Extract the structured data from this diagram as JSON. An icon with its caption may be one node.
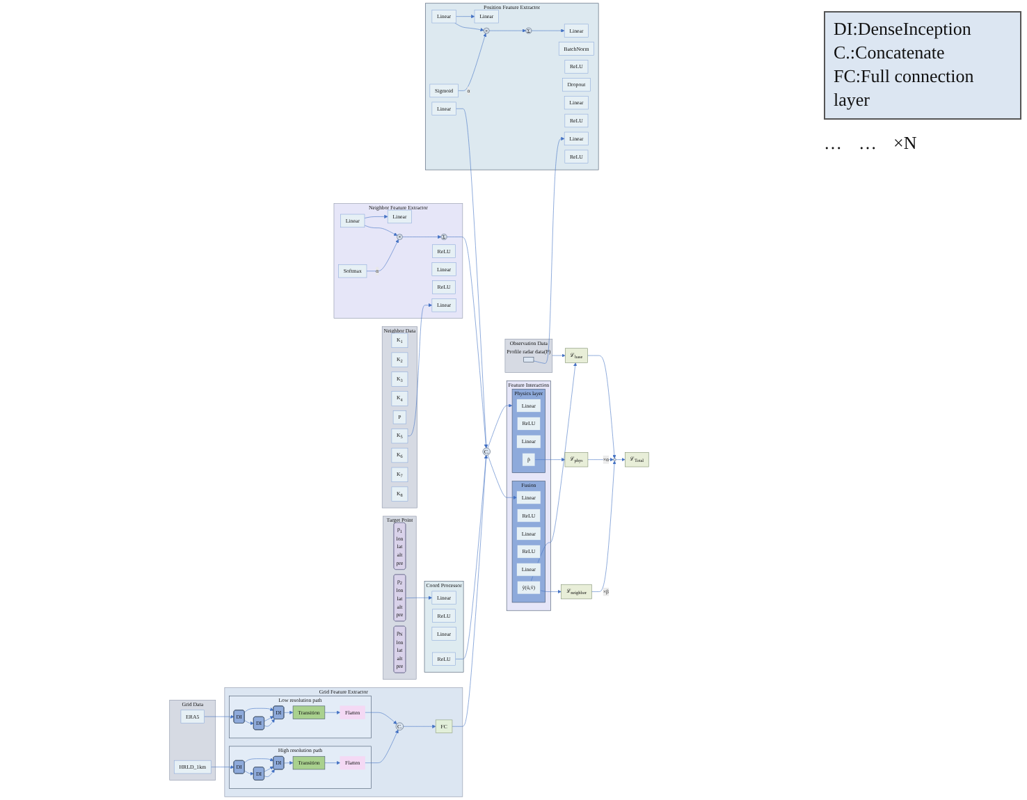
{
  "diagram": {
    "nodes": [
      {
        "text": [
          "Grid Data"
        ]
      },
      {
        "text": [
          "ERA5"
        ],
        "in": 0
      },
      {
        "text": [
          "HRLD_1km"
        ],
        "in": 0
      },
      {
        "text": [
          "Grid Feature Extractor"
        ]
      },
      {
        "text": [
          "Low resolution path"
        ],
        "in": 3
      },
      {
        "text": [
          "DI"
        ],
        "in": 4
      },
      {
        "text": [
          "DI"
        ],
        "in": 4
      },
      {
        "text": [
          "DI"
        ],
        "in": 4
      },
      {
        "text": [
          "Transition"
        ],
        "in": 4
      },
      {
        "text": [
          "Flatten"
        ],
        "in": 4
      },
      {
        "text": [
          "High resolution path"
        ],
        "in": 3
      },
      {
        "text": [
          "DI"
        ],
        "in": 10
      },
      {
        "text": [
          "DI"
        ],
        "in": 10
      },
      {
        "text": [
          "DI"
        ],
        "in": 10
      },
      {
        "text": [
          "Transition"
        ],
        "in": 10
      },
      {
        "text": [
          "Flatten"
        ],
        "in": 10
      },
      {
        "text": [
          "C."
        ],
        "in": 3
      },
      {
        "text": [
          "FC"
        ],
        "in": 3
      },
      {
        "text": [
          "Target Point"
        ]
      },
      {
        "text": [
          "p$_{1}$",
          "lon",
          "lat",
          "alt",
          "pre"
        ],
        "in": 18
      },
      {
        "text": [
          "p$_{2}$",
          "lon",
          "lat",
          "alt",
          "pre"
        ],
        "in": 18
      },
      {
        "text": [
          "p$_{N}$",
          "lon",
          "lat",
          "alt",
          "pre"
        ],
        "in": 18
      },
      {
        "text": [
          "Coord Processor"
        ]
      },
      {
        "text": [
          "Linear"
        ],
        "in": 22
      },
      {
        "text": [
          "ReLU"
        ],
        "in": 22
      },
      {
        "text": [
          "Linear"
        ],
        "in": 22
      },
      {
        "text": [
          "ReLU"
        ],
        "in": 22
      },
      {
        "text": [
          "C."
        ]
      },
      {
        "text": [
          "Neighbor Data"
        ]
      },
      {
        "text": [
          "K$_{1}$"
        ],
        "in": 28
      },
      {
        "text": [
          "K$_{2}$"
        ],
        "in": 28
      },
      {
        "text": [
          "K$_{3}$"
        ],
        "in": 28
      },
      {
        "text": [
          "K$_{4}$"
        ],
        "in": 28
      },
      {
        "text": [
          "P"
        ],
        "in": 28
      },
      {
        "text": [
          "K$_{5}$"
        ],
        "in": 28
      },
      {
        "text": [
          "K$_{6}$"
        ],
        "in": 28
      },
      {
        "text": [
          "K$_{7}$"
        ],
        "in": 28
      },
      {
        "text": [
          "K$_{8}$"
        ],
        "in": 28
      },
      {
        "text": [
          "Neighbor Feature Extractor"
        ]
      },
      {
        "text": [
          "Linear"
        ],
        "in": 38
      },
      {
        "text": [
          "ReLU"
        ],
        "in": 38
      },
      {
        "text": [
          "Linear"
        ],
        "in": 38
      },
      {
        "text": [
          "Softmax"
        ],
        "in": 38
      },
      {
        "text": [
          "Linear"
        ],
        "in": 38
      },
      {
        "text": [
          "ReLU"
        ],
        "in": 38
      },
      {
        "text": [
          "Linear"
        ],
        "in": 38
      },
      {
        "text": [
          "×"
        ],
        "in": 38
      },
      {
        "text": [
          "Σ"
        ],
        "in": 38
      },
      {
        "text": [
          "Observation Data",
          "Profile radar data(P)"
        ]
      },
      {
        "text": [],
        "shape": "box",
        "in": 48
      },
      {
        "text": [
          "Position Feature Extractor"
        ]
      },
      {
        "text": [
          "Linear"
        ],
        "in": 50
      },
      {
        "text": [
          "BatchNorm"
        ],
        "in": 50
      },
      {
        "text": [
          "ReLU"
        ],
        "in": 50
      },
      {
        "text": [
          "Dropout"
        ],
        "in": 50
      },
      {
        "text": [
          "Linear"
        ],
        "in": 50
      },
      {
        "text": [
          "Sigmoid"
        ],
        "in": 50
      },
      {
        "text": [
          "Linear"
        ],
        "in": 50
      },
      {
        "text": [
          "ReLU"
        ],
        "in": 50
      },
      {
        "text": [
          "Linear"
        ],
        "in": 50
      },
      {
        "text": [
          "×"
        ],
        "in": 50
      },
      {
        "text": [
          "Σ"
        ],
        "in": 50
      },
      {
        "text": [
          "Linear"
        ],
        "in": 50
      },
      {
        "text": [
          "ReLU"
        ],
        "in": 50
      },
      {
        "text": [
          "Linear"
        ],
        "in": 50
      },
      {
        "text": [
          "Feature Interaction"
        ]
      },
      {
        "text": [
          "Physics layer"
        ],
        "in": 65
      },
      {
        "text": [
          "Linear"
        ],
        "in": 66
      },
      {
        "text": [
          "ReLU"
        ],
        "in": 66
      },
      {
        "text": [
          "Linear"
        ],
        "in": 66
      },
      {
        "text": [
          "p̂"
        ],
        "in": 66
      },
      {
        "text": [
          "Fusion"
        ],
        "in": 65
      },
      {
        "text": [
          "Linear"
        ],
        "in": 71
      },
      {
        "text": [
          "ReLU"
        ],
        "in": 71
      },
      {
        "text": [
          "Linear"
        ],
        "in": 71
      },
      {
        "text": [
          "ReLU"
        ],
        "in": 71
      },
      {
        "text": [
          "Linear"
        ],
        "in": 71
      },
      {
        "text": [
          "ŷ(û,v̂)"
        ],
        "in": 71
      },
      {
        "text": [
          "ℒ$_{phys}$"
        ]
      },
      {
        "text": [
          "ℒ$_{neighbor}$"
        ]
      },
      {
        "text": [
          "ℒ$_{base}$"
        ]
      },
      {
        "text": [],
        "shape": "circle"
      },
      {
        "text": [
          "ℒ$_{Total}$"
        ]
      }
    ],
    "edges": [
      {
        "from": 1,
        "to": 5,
        "arrow": "to"
      },
      {
        "from": 5,
        "to": 6,
        "arrow": "to"
      },
      {
        "from": 6,
        "to": 7,
        "arrow": "to"
      },
      {
        "from": 7,
        "to": 8,
        "arrow": "to"
      },
      {
        "from": 8,
        "to": 9,
        "arrow": "to"
      },
      {
        "from": 5,
        "to": 7,
        "arrow": "to"
      },
      {
        "from": 6,
        "to": 7,
        "arrow": "to"
      },
      {
        "from": 2,
        "to": 11,
        "arrow": "to"
      },
      {
        "from": 11,
        "to": 12,
        "arrow": "to"
      },
      {
        "from": 12,
        "to": 13,
        "arrow": "to"
      },
      {
        "from": 13,
        "to": 14,
        "arrow": "to"
      },
      {
        "from": 14,
        "to": 15,
        "arrow": "to"
      },
      {
        "from": 11,
        "to": 13,
        "arrow": "to"
      },
      {
        "from": 12,
        "to": 13,
        "arrow": "to"
      },
      {
        "from": 9,
        "to": 16,
        "arrow": "to"
      },
      {
        "from": 15,
        "to": 16,
        "arrow": "to"
      },
      {
        "from": 16,
        "to": 17,
        "arrow": "to"
      },
      {
        "from": 17,
        "to": 27,
        "arrow": "to"
      },
      {
        "from": 20,
        "to": 23,
        "arrow": "to"
      },
      {
        "from": 26,
        "to": 27,
        "arrow": "to"
      },
      {
        "from": 34,
        "to": 39,
        "arrow": "to"
      },
      {
        "from": 41,
        "to": 46,
        "arrow": "to"
      },
      {
        "from": 41,
        "to": 45,
        "arrow": "to"
      },
      {
        "from": 42,
        "to": 46,
        "arrow": "to",
        "label": "α"
      },
      {
        "from": 46,
        "to": 47,
        "arrow": "to"
      },
      {
        "from": 47,
        "to": 27,
        "arrow": "to"
      },
      {
        "from": 49,
        "to": 51,
        "arrow": "to"
      },
      {
        "from": 55,
        "to": 60,
        "arrow": "to"
      },
      {
        "from": 55,
        "to": 59,
        "arrow": "to"
      },
      {
        "from": 56,
        "to": 60,
        "arrow": "to",
        "label": "α"
      },
      {
        "from": 60,
        "to": 61,
        "arrow": "to"
      },
      {
        "from": 61,
        "to": 62,
        "arrow": "to"
      },
      {
        "from": 64,
        "to": 27,
        "arrow": "to"
      },
      {
        "from": 27,
        "to": 66,
        "arrow": "to"
      },
      {
        "from": 27,
        "to": 72,
        "arrow": "to"
      },
      {
        "from": 70,
        "to": 78,
        "arrow": "to"
      },
      {
        "from": 77,
        "to": 79,
        "arrow": "to"
      },
      {
        "from": 77,
        "to": 80,
        "arrow": "to"
      },
      {
        "from": 48,
        "to": 80,
        "arrow": "to"
      },
      {
        "from": 78,
        "to": 81,
        "arrow": "to",
        "label": "×α"
      },
      {
        "from": 79,
        "to": 81,
        "arrow": "to",
        "label": "×β"
      },
      {
        "from": 80,
        "to": 81,
        "arrow": "to"
      },
      {
        "from": 81,
        "to": 82,
        "arrow": "to"
      }
    ],
    "labels": [
      "…",
      "…",
      "×N",
      "DI:DenseInception",
      "C.:Concatenate",
      "FC:Full connection layer"
    ]
  }
}
